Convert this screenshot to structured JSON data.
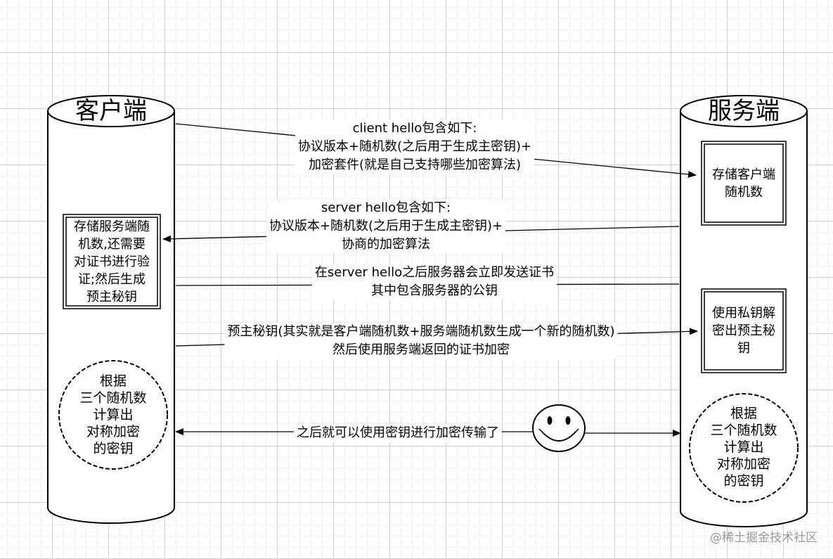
{
  "client": {
    "title": "客户端",
    "store_box": [
      "存储服务端随",
      "机数,还需要",
      "对证书进行验",
      "证;然后生成",
      "预主秘钥"
    ],
    "calc_circle": [
      "根据",
      "三个随机数",
      "计算出",
      "对称加密",
      "的密钥"
    ]
  },
  "server": {
    "title": "服务端",
    "store_box": [
      "存储客户端",
      "随机数"
    ],
    "decrypt_box": [
      "使用私钥解",
      "密出预主秘",
      "钥"
    ],
    "calc_circle": [
      "根据",
      "三个随机数",
      "计算出",
      "对称加密",
      "的密钥"
    ]
  },
  "messages": {
    "client_hello": [
      "client hello包含如下:",
      "协议版本+随机数(之后用于生成主密钥)+",
      "加密套件(就是自己支持哪些加密算法)"
    ],
    "server_hello": [
      "server hello包含如下:",
      "协议版本+随机数(之后用于生成主密钥)+",
      "协商的加密算法"
    ],
    "certificate": [
      "在server hello之后服务器会立即发送证书",
      "其中包含服务器的公钥"
    ],
    "premaster": [
      "预主秘钥(其实就是客户端随机数+服务端随机数生成一个新的随机数)",
      "然后使用服务端返回的证书加密"
    ],
    "encrypted": "之后就可以使用密钥进行加密传输了"
  },
  "icons": [
    "smiley-face-icon"
  ],
  "watermark": "@稀土掘金技术社区"
}
